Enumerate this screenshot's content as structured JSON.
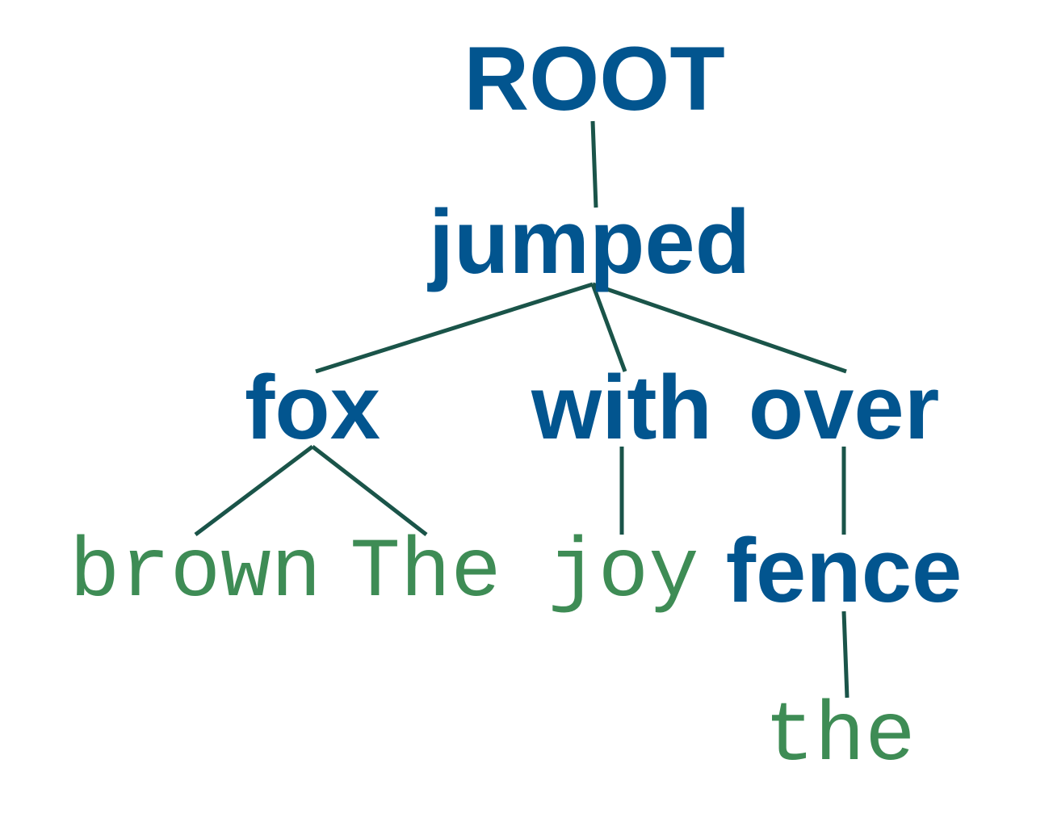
{
  "colors": {
    "head_word": "#02558f",
    "leaf_word": "#3e8c55",
    "edge": "#1a5449"
  },
  "nodes": {
    "root": "ROOT",
    "jumped": "jumped",
    "fox": "fox",
    "with": "with",
    "over": "over",
    "brown": "brown",
    "the_capital": "The",
    "joy": "joy",
    "fence": "fence",
    "the_lower": "the"
  },
  "edges": [
    {
      "parent": "ROOT",
      "child": "jumped"
    },
    {
      "parent": "jumped",
      "child": "fox"
    },
    {
      "parent": "jumped",
      "child": "with"
    },
    {
      "parent": "jumped",
      "child": "over"
    },
    {
      "parent": "fox",
      "child": "brown"
    },
    {
      "parent": "fox",
      "child": "The"
    },
    {
      "parent": "with",
      "child": "joy"
    },
    {
      "parent": "over",
      "child": "fence"
    },
    {
      "parent": "fence",
      "child": "the"
    }
  ]
}
